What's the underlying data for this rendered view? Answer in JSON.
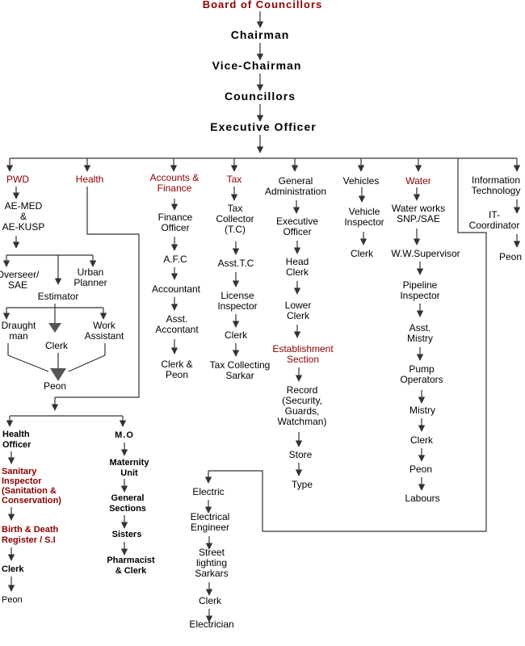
{
  "colors": {
    "text": "#000000",
    "highlight": "#8b0000",
    "line": "#333333",
    "arrow": "#555555",
    "bg": "#ffffff"
  },
  "top_chain": {
    "board": "Board of Councillors",
    "chairman": "Chairman",
    "vice_chairman": "Vice-Chairman",
    "councillors": "Councillors",
    "executive_officer": "Executive Officer"
  },
  "pwd": {
    "title": "PWD",
    "ae": [
      "AE-MED",
      "&",
      "AE-KUSP"
    ],
    "overseer": [
      "Overseer/",
      "SAE"
    ],
    "urban_planner": [
      "Urban",
      "Planner"
    ],
    "estimator": "Estimator",
    "draughtman": [
      "Draught",
      "man"
    ],
    "work_assistant": [
      "Work",
      "Assistant"
    ],
    "clerk": "Clerk",
    "peon": "Peon"
  },
  "health": {
    "title": "Health",
    "health_officer": [
      "Health",
      "Officer"
    ],
    "sanitary_inspector": [
      "Sanitary",
      "Inspector",
      "(Sanitation &",
      "Conservation)"
    ],
    "birth_death": [
      "Birth & Death",
      "Register / S.I"
    ],
    "clerk": "Clerk",
    "peon": "Peon",
    "mo": "M.O",
    "maternity": [
      "Maternity",
      "Unit"
    ],
    "general_sections": [
      "General",
      "Sections"
    ],
    "sisters": "Sisters",
    "pharmacist": [
      "Pharmacist",
      "& Clerk"
    ]
  },
  "accounts": {
    "title": [
      "Accounts &",
      "Finance"
    ],
    "items": [
      [
        "Finance",
        "Officer"
      ],
      [
        "A.F.C"
      ],
      [
        "Accountant"
      ],
      [
        "Asst.",
        "Accontant"
      ],
      [
        "Clerk &",
        "Peon"
      ]
    ]
  },
  "tax": {
    "title": "Tax",
    "items": [
      [
        "Tax",
        "Collector",
        "(T.C)"
      ],
      [
        "Asst.T.C"
      ],
      [
        "License",
        "Inspector"
      ],
      [
        "Clerk"
      ],
      [
        "Tax Collecting",
        "Sarkar"
      ]
    ]
  },
  "general_admin": {
    "title": [
      "General",
      "Administration"
    ],
    "items": [
      [
        "Executive",
        "Officer"
      ],
      [
        "Head",
        "Clerk"
      ],
      [
        "Lower",
        "Clerk"
      ]
    ],
    "establishment": [
      "Establishment",
      "Section"
    ],
    "items2": [
      [
        "Record",
        "(Security,",
        "Guards,",
        "Watchman)"
      ],
      [
        "Store"
      ],
      [
        "Type"
      ]
    ]
  },
  "vehicles": {
    "title": "Vehicles",
    "items": [
      [
        "Vehicle",
        "Inspector"
      ],
      [
        "Clerk"
      ]
    ]
  },
  "water": {
    "title": "Water",
    "items": [
      [
        "Water works",
        "SNP./SAE"
      ],
      [
        "W.W.Supervisor"
      ],
      [
        "Pipeline",
        "Inspector"
      ],
      [
        "Asst.",
        "Mistry"
      ],
      [
        "Pump",
        "Operators"
      ],
      [
        "Mistry"
      ],
      [
        "Clerk"
      ],
      [
        "Peon"
      ],
      [
        "Labours"
      ]
    ]
  },
  "electric": {
    "items": [
      [
        "Electric"
      ],
      [
        "Electrical",
        "Engineer"
      ],
      [
        "Street",
        "lighting",
        "Sarkars"
      ],
      [
        "Clerk"
      ],
      [
        "Electrician"
      ]
    ]
  },
  "it": {
    "title": [
      "Information",
      "Technology"
    ],
    "items": [
      [
        "IT-",
        "Coordinator"
      ],
      [
        "Peon"
      ]
    ]
  }
}
